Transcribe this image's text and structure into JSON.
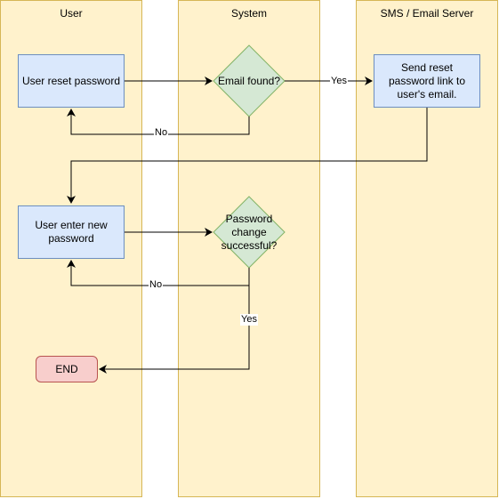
{
  "lanes": {
    "user": "User",
    "system": "System",
    "server": "SMS / Email Server"
  },
  "nodes": {
    "reset_password": "User reset password",
    "email_found": "Email found?",
    "send_link": "Send reset password link to user's email.",
    "enter_new_password": "User enter new password",
    "password_changed": "Password change successful?",
    "end": "END"
  },
  "edges": {
    "email_found_yes": "Yes",
    "email_found_no": "No",
    "password_changed_no": "No",
    "password_changed_yes": "Yes"
  },
  "colors": {
    "lane_fill": "#fff2cc",
    "lane_stroke": "#d6b656",
    "process_fill": "#dae8fc",
    "process_stroke": "#6c8ebf",
    "decision_fill": "#d5e8d4",
    "decision_stroke": "#82b366",
    "end_fill": "#f8cecc",
    "end_stroke": "#b85450"
  }
}
